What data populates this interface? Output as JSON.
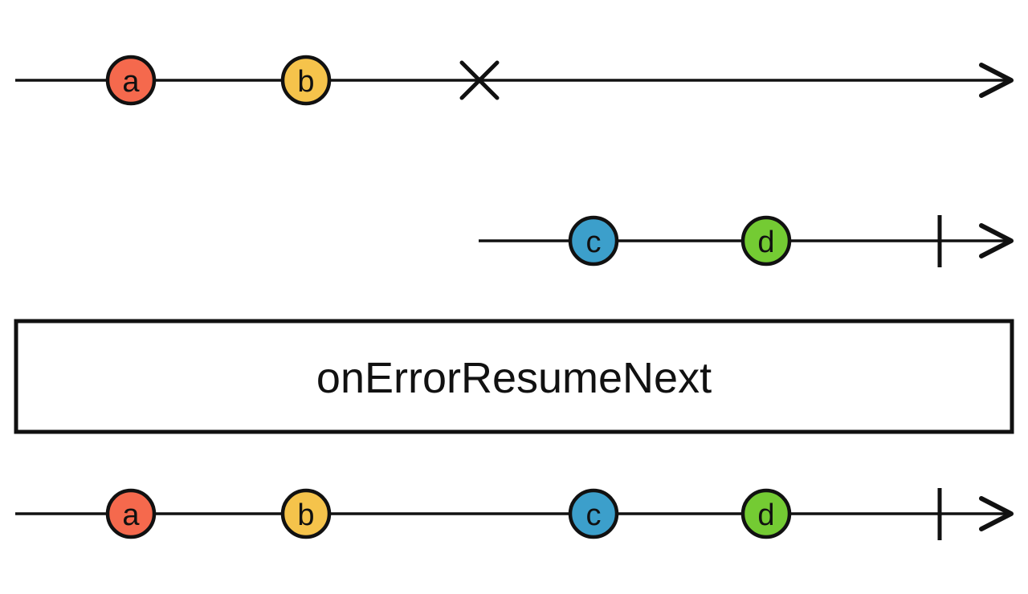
{
  "diagram": {
    "operator_box": {
      "label": "onErrorResumeNext"
    },
    "colors": {
      "a": "#F5694D",
      "b": "#F5C34B",
      "c": "#3C9FCB",
      "d": "#74CB33",
      "ink": "#111111"
    },
    "source1": {
      "marbles": [
        {
          "label": "a"
        },
        {
          "label": "b"
        }
      ],
      "terminal_icon": "error-x-icon"
    },
    "source2": {
      "marbles": [
        {
          "label": "c"
        },
        {
          "label": "d"
        }
      ],
      "terminal_icon": "complete-bar-icon"
    },
    "output": {
      "marbles": [
        {
          "label": "a"
        },
        {
          "label": "b"
        },
        {
          "label": "c"
        },
        {
          "label": "d"
        }
      ],
      "terminal_icon": "complete-bar-icon"
    }
  }
}
